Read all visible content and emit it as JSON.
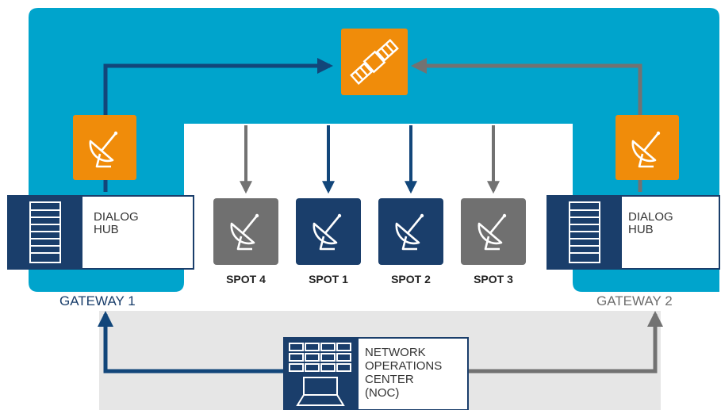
{
  "colors": {
    "sky": "#00a4cc",
    "ground": "#e6e6e6",
    "navy": "#12467a",
    "gray": "#727272",
    "orange": "#f08c0a",
    "dark_box": "#1a3e6b",
    "gray_box": "#707070"
  },
  "gateway1": {
    "label": "GATEWAY 1",
    "hub_label": "DIALOG\nHUB"
  },
  "gateway2": {
    "label": "GATEWAY 2",
    "hub_label": "DIALOG\nHUB"
  },
  "spots": [
    {
      "label": "SPOT 4",
      "style": "gray",
      "icon": "satellite-dish-icon"
    },
    {
      "label": "SPOT 1",
      "style": "navy",
      "icon": "satellite-dish-icon"
    },
    {
      "label": "SPOT 2",
      "style": "navy",
      "icon": "satellite-dish-icon"
    },
    {
      "label": "SPOT 3",
      "style": "gray",
      "icon": "satellite-dish-icon"
    }
  ],
  "noc": {
    "label": "NETWORK\nOPERATIONS\nCENTER\n(NOC)",
    "icon": "laptop-icon"
  },
  "satellite": {
    "icon": "satellite-icon"
  }
}
